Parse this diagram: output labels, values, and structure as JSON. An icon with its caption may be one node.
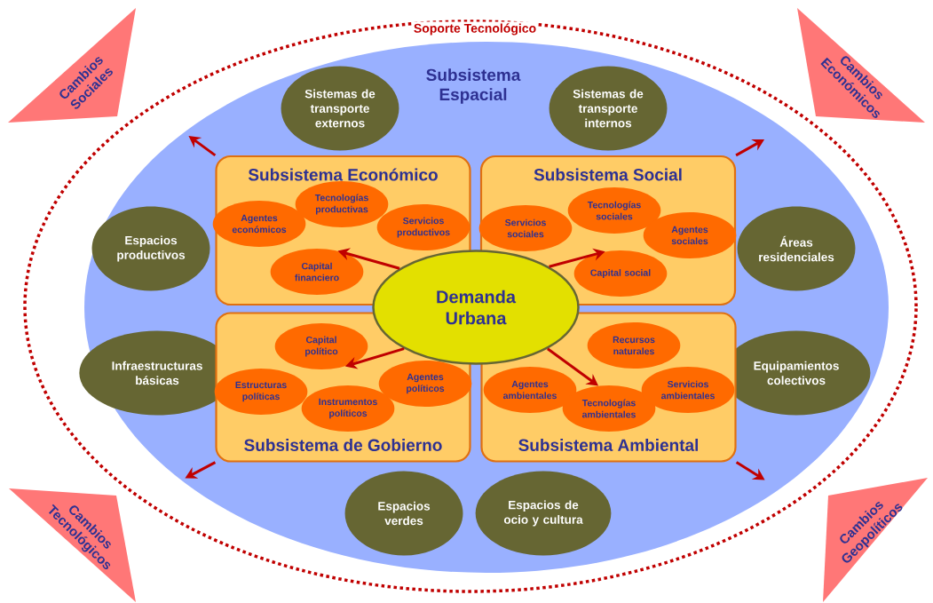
{
  "diagram": {
    "nodes": [
      {
        "text": [
          "Soporte Tecnológico"
        ]
      },
      {
        "text": [
          "Subsistema Espacial"
        ],
        "in": 0
      },
      {
        "text": [
          "Sistemas de transporte externos"
        ],
        "in": 1
      },
      {
        "text": [
          "Sistemas de transporte internos"
        ],
        "in": 1
      },
      {
        "text": [
          "Espacios productivos"
        ],
        "in": 1
      },
      {
        "text": [
          "Áreas residenciales"
        ],
        "in": 1
      },
      {
        "text": [
          "Infraestructuras básicas"
        ],
        "in": 1
      },
      {
        "text": [
          "Equipamientos colectivos"
        ],
        "in": 1
      },
      {
        "text": [
          "Espacios verdes"
        ],
        "in": 1
      },
      {
        "text": [
          "Espacios de ocio y cultura"
        ],
        "in": 1
      },
      {
        "text": [
          "Subsistema Económico"
        ],
        "in": 1
      },
      {
        "text": [
          "Agentes económicos"
        ],
        "in": 10
      },
      {
        "text": [
          "Tecnologías productivas"
        ],
        "in": 10
      },
      {
        "text": [
          "Servicios productivos"
        ],
        "in": 10
      },
      {
        "text": [
          "Capital financiero"
        ],
        "in": 10
      },
      {
        "text": [
          "Subsistema Social"
        ],
        "in": 1
      },
      {
        "text": [
          "Servicios sociales"
        ],
        "in": 15
      },
      {
        "text": [
          "Tecnologías sociales"
        ],
        "in": 15
      },
      {
        "text": [
          "Agentes sociales"
        ],
        "in": 15
      },
      {
        "text": [
          "Capital social"
        ],
        "in": 15
      },
      {
        "text": [
          "Subsistema de Gobierno"
        ],
        "in": 1
      },
      {
        "text": [
          "Capital político"
        ],
        "in": 20
      },
      {
        "text": [
          "Estructuras políticas"
        ],
        "in": 20
      },
      {
        "text": [
          "Instrumentos políticos"
        ],
        "in": 20
      },
      {
        "text": [
          "Agentes políticos"
        ],
        "in": 20
      },
      {
        "text": [
          "Subsistema Ambiental"
        ],
        "in": 1
      },
      {
        "text": [
          "Recursos naturales"
        ],
        "in": 25
      },
      {
        "text": [
          "Agentes ambientales"
        ],
        "in": 25
      },
      {
        "text": [
          "Tecnologías ambientales"
        ],
        "in": 25
      },
      {
        "text": [
          "Servicios ambientales"
        ],
        "in": 25
      },
      {
        "text": [
          "Demanda Urbana"
        ],
        "in": 1
      },
      {
        "text": [
          "Cambios Sociales"
        ]
      },
      {
        "text": [
          "Cambios Económicos"
        ]
      },
      {
        "text": [
          "Cambios Tecnológicos"
        ]
      },
      {
        "text": [
          "Cambios Geopolíticos"
        ]
      }
    ],
    "edges": [
      {
        "from": 30,
        "to": 14,
        "arrow": "to"
      },
      {
        "from": 30,
        "to": 19,
        "arrow": "to"
      },
      {
        "from": 30,
        "to": 21,
        "arrow": "to"
      },
      {
        "from": 30,
        "to": 28,
        "arrow": "to"
      },
      {
        "from": 10,
        "to": null,
        "arrow": "to"
      },
      {
        "from": 15,
        "to": null,
        "arrow": "to"
      },
      {
        "from": 20,
        "to": null,
        "arrow": "to"
      },
      {
        "from": 25,
        "to": null,
        "arrow": "to"
      }
    ]
  }
}
